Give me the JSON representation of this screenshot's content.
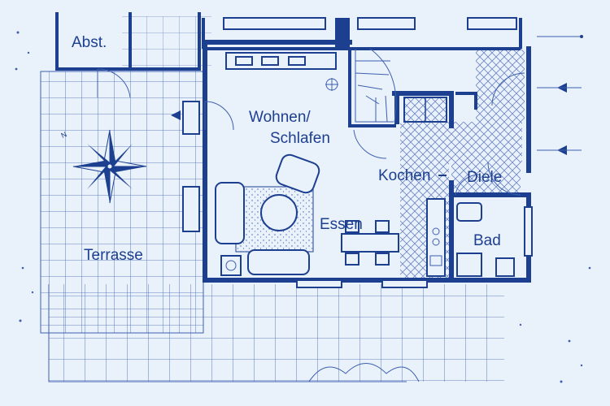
{
  "colors": {
    "background": "#e9f1fb",
    "ink": "#1d3f8f",
    "ink_light": "#3d5fae",
    "crosshatch": "#6e86c2"
  },
  "rooms": {
    "abst": "Abst.",
    "wohnen_line1": "Wohnen/",
    "wohnen_line2": "Schlafen",
    "kochen": "Kochen",
    "diele": "Diele",
    "essen": "Essen",
    "bad": "Bad",
    "terrasse": "Terrasse"
  },
  "compass": {
    "icon": "compass-rose-icon",
    "north_label": "N"
  }
}
